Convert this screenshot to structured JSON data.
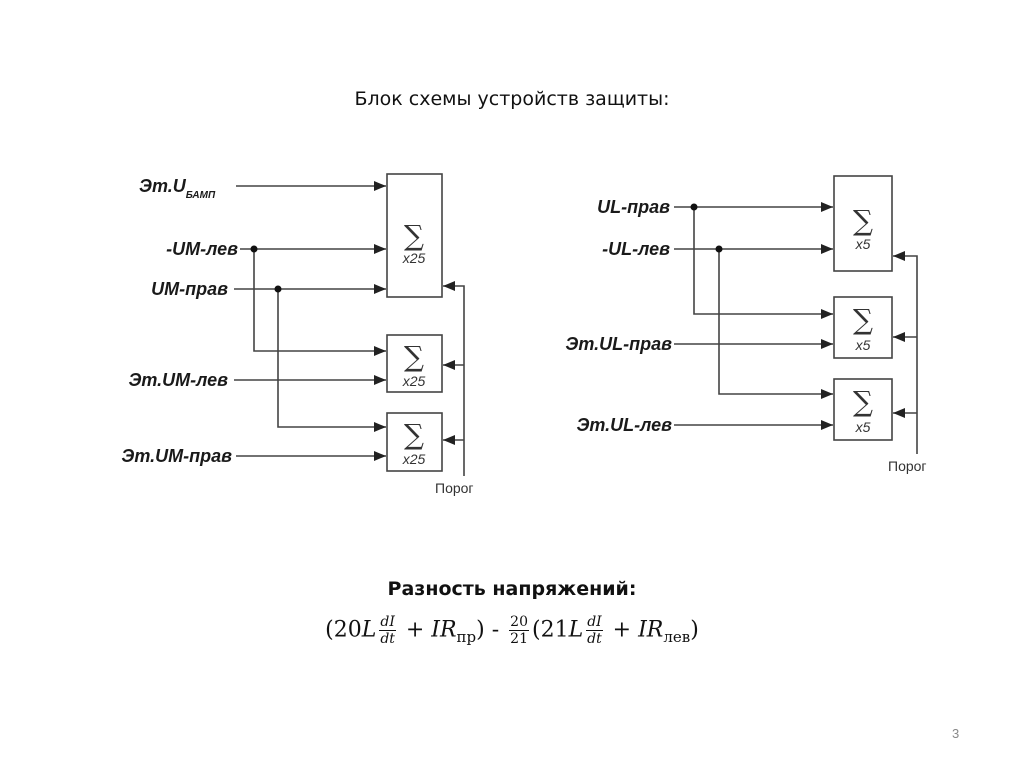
{
  "slide": {
    "title": "Блок схемы устройств защиты:",
    "page_number": "3"
  },
  "left_diagram": {
    "inputs": [
      {
        "label": "Эт.U",
        "subscript": "БАМП"
      },
      {
        "label": "-UM-лев"
      },
      {
        "label": "UM-прав"
      },
      {
        "label": "Эт.UM-лев"
      },
      {
        "label": "Эт.UM-прав"
      }
    ],
    "blocks": [
      {
        "symbol": "∑",
        "gain": "x25"
      },
      {
        "symbol": "∑",
        "gain": "x25"
      },
      {
        "symbol": "∑",
        "gain": "x25"
      }
    ],
    "threshold_label": "Порог"
  },
  "right_diagram": {
    "inputs": [
      {
        "label": "UL-прав"
      },
      {
        "label": "-UL-лев"
      },
      {
        "label": "Эт.UL-прав"
      },
      {
        "label": "Эт.UL-лев"
      }
    ],
    "blocks": [
      {
        "symbol": "∑",
        "gain": "x5"
      },
      {
        "symbol": "∑",
        "gain": "x5"
      },
      {
        "symbol": "∑",
        "gain": "x5"
      }
    ],
    "threshold_label": "Порог"
  },
  "formula": {
    "heading": "Разность напряжений:",
    "open1": "(20",
    "L": "L",
    "dI": "dI",
    "dt": "dt",
    "plus": " + ",
    "IR": "IR",
    "sub_pr": "пр",
    "close_minus": ") - ",
    "coef_num": "20",
    "coef_den": "21",
    "open2": "(21",
    "sub_lev": "лев",
    "close": ")"
  }
}
